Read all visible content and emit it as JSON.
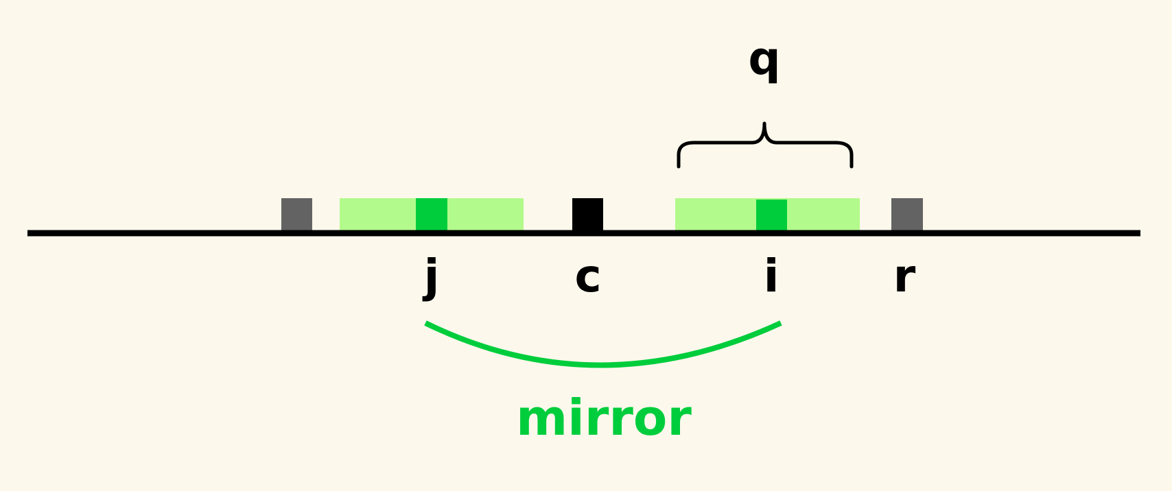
{
  "diagram": {
    "labels": {
      "j": "j",
      "c": "c",
      "i": "i",
      "r": "r",
      "q": "q",
      "mirror": "mirror"
    },
    "colors": {
      "background": "#fdf8ec",
      "axis": "#000000",
      "boundary_block": "#636363",
      "center_block": "#000000",
      "light_green": "#b3fa8c",
      "bright_green": "#00cd3c",
      "text": "#000000",
      "mirror": "#00cd3c"
    }
  }
}
